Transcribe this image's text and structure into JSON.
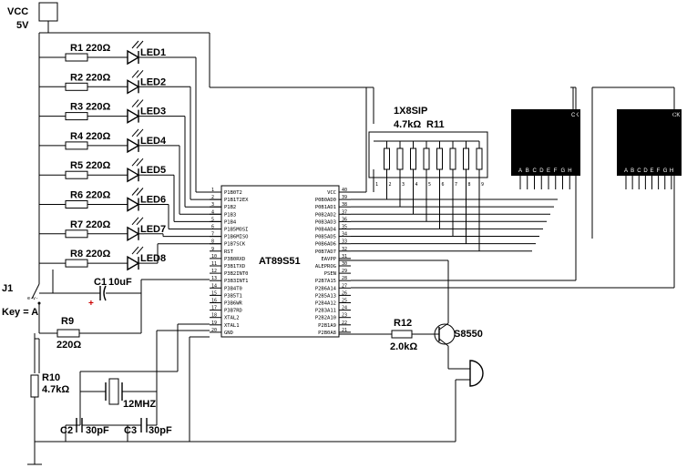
{
  "power": {
    "vcc_label": "VCC",
    "vcc_voltage": "5V"
  },
  "resistors": [
    {
      "name": "R1",
      "value": "220Ω"
    },
    {
      "name": "R2",
      "value": "220Ω"
    },
    {
      "name": "R3",
      "value": "220Ω"
    },
    {
      "name": "R4",
      "value": "220Ω"
    },
    {
      "name": "R5",
      "value": "220Ω"
    },
    {
      "name": "R6",
      "value": "220Ω"
    },
    {
      "name": "R7",
      "value": "220Ω"
    },
    {
      "name": "R8",
      "value": "220Ω"
    }
  ],
  "leds": [
    "LED1",
    "LED2",
    "LED3",
    "LED4",
    "LED5",
    "LED6",
    "LED7",
    "LED8"
  ],
  "switch": {
    "name": "J1",
    "key": "Key = A"
  },
  "c1": {
    "name": "C1",
    "value": "10uF",
    "polarity": "+"
  },
  "r9": {
    "name": "R9",
    "value": "220Ω"
  },
  "r10": {
    "name": "R10",
    "value": "4.7kΩ"
  },
  "crystal": {
    "value": "12MHZ"
  },
  "c2": {
    "name": "C2",
    "value": "30pF"
  },
  "c3": {
    "name": "C3",
    "value": "30pF"
  },
  "mcu": {
    "name": "AT89S51",
    "left_pins": [
      {
        "num": "1",
        "label": "P1B0T2"
      },
      {
        "num": "2",
        "label": "P1B1T2EX"
      },
      {
        "num": "3",
        "label": "P1B2"
      },
      {
        "num": "4",
        "label": "P1B3"
      },
      {
        "num": "5",
        "label": "P1B4"
      },
      {
        "num": "6",
        "label": "P1B5MOSI"
      },
      {
        "num": "7",
        "label": "P1B6MISO"
      },
      {
        "num": "8",
        "label": "P1B7SCK"
      },
      {
        "num": "9",
        "label": "RST"
      },
      {
        "num": "10",
        "label": "P3B0RXD"
      },
      {
        "num": "11",
        "label": "P3B1TXD"
      },
      {
        "num": "12",
        "label": "P3B2INT0"
      },
      {
        "num": "13",
        "label": "P3B3INT1"
      },
      {
        "num": "14",
        "label": "P3B4T0"
      },
      {
        "num": "15",
        "label": "P3B5T1"
      },
      {
        "num": "16",
        "label": "P3B6WR"
      },
      {
        "num": "17",
        "label": "P3B7RD"
      },
      {
        "num": "18",
        "label": "XTAL2"
      },
      {
        "num": "19",
        "label": "XTAL1"
      },
      {
        "num": "20",
        "label": "GND"
      }
    ],
    "right_pins": [
      {
        "num": "40",
        "label": "VCC"
      },
      {
        "num": "39",
        "label": "P0B0AD0"
      },
      {
        "num": "38",
        "label": "P0B1AD1"
      },
      {
        "num": "37",
        "label": "P0B2AD2"
      },
      {
        "num": "36",
        "label": "P0B3AD3"
      },
      {
        "num": "35",
        "label": "P0B4AD4"
      },
      {
        "num": "34",
        "label": "P0B5AD5"
      },
      {
        "num": "33",
        "label": "P0B6AD6"
      },
      {
        "num": "32",
        "label": "P0B7AD7"
      },
      {
        "num": "31",
        "label": "EAVPP"
      },
      {
        "num": "30",
        "label": "ALEPROG"
      },
      {
        "num": "29",
        "label": "PSEN"
      },
      {
        "num": "28",
        "label": "P2B7A15"
      },
      {
        "num": "27",
        "label": "P2B6A14"
      },
      {
        "num": "26",
        "label": "P2B5A13"
      },
      {
        "num": "25",
        "label": "P2B4A12"
      },
      {
        "num": "24",
        "label": "P2B3A11"
      },
      {
        "num": "23",
        "label": "P2B2A10"
      },
      {
        "num": "22",
        "label": "P2B1A9"
      },
      {
        "num": "21",
        "label": "P2B0A8"
      }
    ]
  },
  "sip": {
    "type": "1X8SIP",
    "value": "4.7kΩ",
    "name": "R11",
    "pins": [
      "1",
      "2",
      "3",
      "4",
      "5",
      "6",
      "7",
      "8",
      "9"
    ]
  },
  "r12": {
    "name": "R12",
    "value": "2.0kΩ"
  },
  "transistor": {
    "name": "S8550"
  },
  "displays": [
    {
      "ck": "CK",
      "segments": [
        "A",
        "B",
        "C",
        "D",
        "E",
        "F",
        "G",
        "H"
      ]
    },
    {
      "ck": "CK",
      "segments": [
        "A",
        "B",
        "C",
        "D",
        "E",
        "F",
        "G",
        "H"
      ]
    }
  ]
}
